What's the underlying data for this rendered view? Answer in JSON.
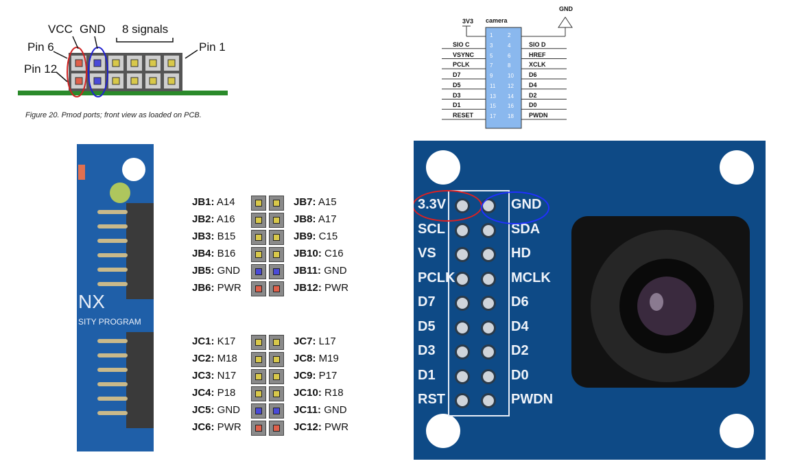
{
  "pmod": {
    "vcc": "VCC",
    "gnd": "GND",
    "signals": "8 signals",
    "pin6": "Pin 6",
    "pin1": "Pin 1",
    "pin12": "Pin 12",
    "caption": "Figure 20. Pmod ports; front view as loaded on PCB."
  },
  "schematic": {
    "vcc": "3V3",
    "gnd": "GND",
    "title": "camera",
    "left_labels": [
      "SIO C",
      "VSYNC",
      "PCLK",
      "D7",
      "D5",
      "D3",
      "D1",
      "RESET"
    ],
    "right_labels": [
      "SIO D",
      "HREF",
      "XCLK",
      "D6",
      "D4",
      "D2",
      "D0",
      "PWDN"
    ],
    "odd_pins": [
      "1",
      "3",
      "5",
      "7",
      "9",
      "11",
      "13",
      "15",
      "17"
    ],
    "even_pins": [
      "2",
      "4",
      "6",
      "8",
      "10",
      "12",
      "14",
      "16",
      "18"
    ]
  },
  "jb": {
    "left": [
      {
        "name": "JB1:",
        "val": " A14"
      },
      {
        "name": "JB2:",
        "val": " A16"
      },
      {
        "name": "JB3:",
        "val": " B15"
      },
      {
        "name": "JB4:",
        "val": " B16"
      },
      {
        "name": "JB5:",
        "val": " GND"
      },
      {
        "name": "JB6:",
        "val": " PWR"
      }
    ],
    "right": [
      {
        "name": "JB7:",
        "val": " A15"
      },
      {
        "name": "JB8:",
        "val": " A17"
      },
      {
        "name": "JB9:",
        "val": " C15"
      },
      {
        "name": "JB10:",
        "val": " C16"
      },
      {
        "name": "JB11:",
        "val": " GND"
      },
      {
        "name": "JB12:",
        "val": " PWR"
      }
    ]
  },
  "jc": {
    "left": [
      {
        "name": "JC1:",
        "val": " K17"
      },
      {
        "name": "JC2:",
        "val": " M18"
      },
      {
        "name": "JC3:",
        "val": " N17"
      },
      {
        "name": "JC4:",
        "val": " P18"
      },
      {
        "name": "JC5:",
        "val": " GND"
      },
      {
        "name": "JC6:",
        "val": " PWR"
      }
    ],
    "right": [
      {
        "name": "JC7:",
        "val": " L17"
      },
      {
        "name": "JC8:",
        "val": " M19"
      },
      {
        "name": "JC9:",
        "val": " P17"
      },
      {
        "name": "JC10:",
        "val": " R18"
      },
      {
        "name": "JC11:",
        "val": " GND"
      },
      {
        "name": "JC12:",
        "val": " PWR"
      }
    ]
  },
  "board": {
    "nx": "NX",
    "program": "SITY PROGRAM"
  },
  "camera": {
    "left_labels": [
      "3.3V",
      "SCL",
      "VS",
      "PCLK",
      "D7",
      "D5",
      "D3",
      "D1",
      "RST"
    ],
    "right_labels": [
      "GND",
      "SDA",
      "HD",
      "MCLK",
      "D6",
      "D4",
      "D2",
      "D0",
      "PWDN"
    ]
  },
  "colors": {
    "board_blue": "#1f5fa8",
    "camera_blue": "#0e4a86",
    "pin_red": "#e0604a",
    "pin_blue": "#4a4ad8",
    "pin_yellow": "#d8c84a",
    "schematic_box": "#8ab8ee",
    "pcb_green": "#2a8a2a"
  }
}
